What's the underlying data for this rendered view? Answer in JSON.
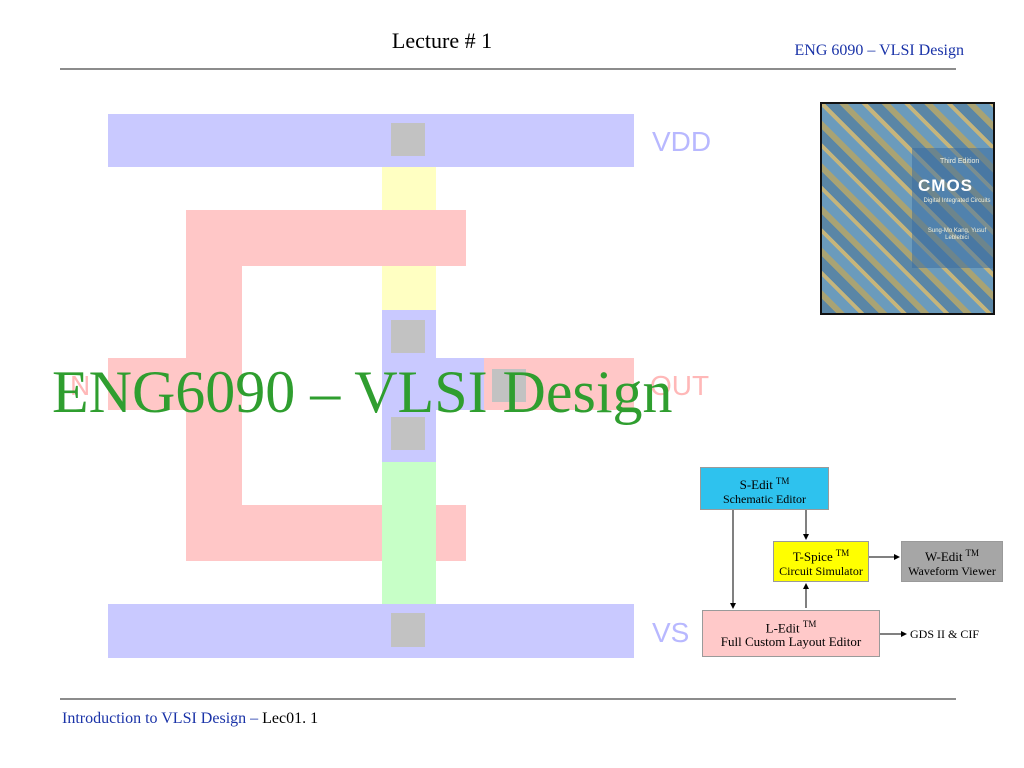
{
  "header": {
    "title": "Lecture # 1",
    "course": "ENG 6090 – VLSI Design"
  },
  "layout_labels": {
    "vdd": "VDD",
    "out": "OUT",
    "in": "N",
    "vss": "VS"
  },
  "main": {
    "title": "ENG6090 – VLSI Design"
  },
  "book": {
    "edition": "Third Edition",
    "title": "CMOS",
    "subtitle": "Digital Integrated Circuits",
    "authors": "Sung-Mo Kang, Yusuf Leblebici"
  },
  "flow": {
    "sedit": {
      "name": "S-Edit",
      "tm": "TM",
      "desc": "Schematic Editor"
    },
    "tspice": {
      "name": "T-Spice",
      "tm": "TM",
      "desc": "Circuit Simulator"
    },
    "wedit": {
      "name": "W-Edit",
      "tm": "TM",
      "desc": "Waveform Viewer"
    },
    "ledit": {
      "name": "L-Edit",
      "tm": "TM",
      "desc": "Full Custom Layout Editor"
    },
    "output": "GDS II & CIF"
  },
  "footer": {
    "text": "Introduction to VLSI Design",
    "sep": " – ",
    "num": "Lec01. 1"
  }
}
